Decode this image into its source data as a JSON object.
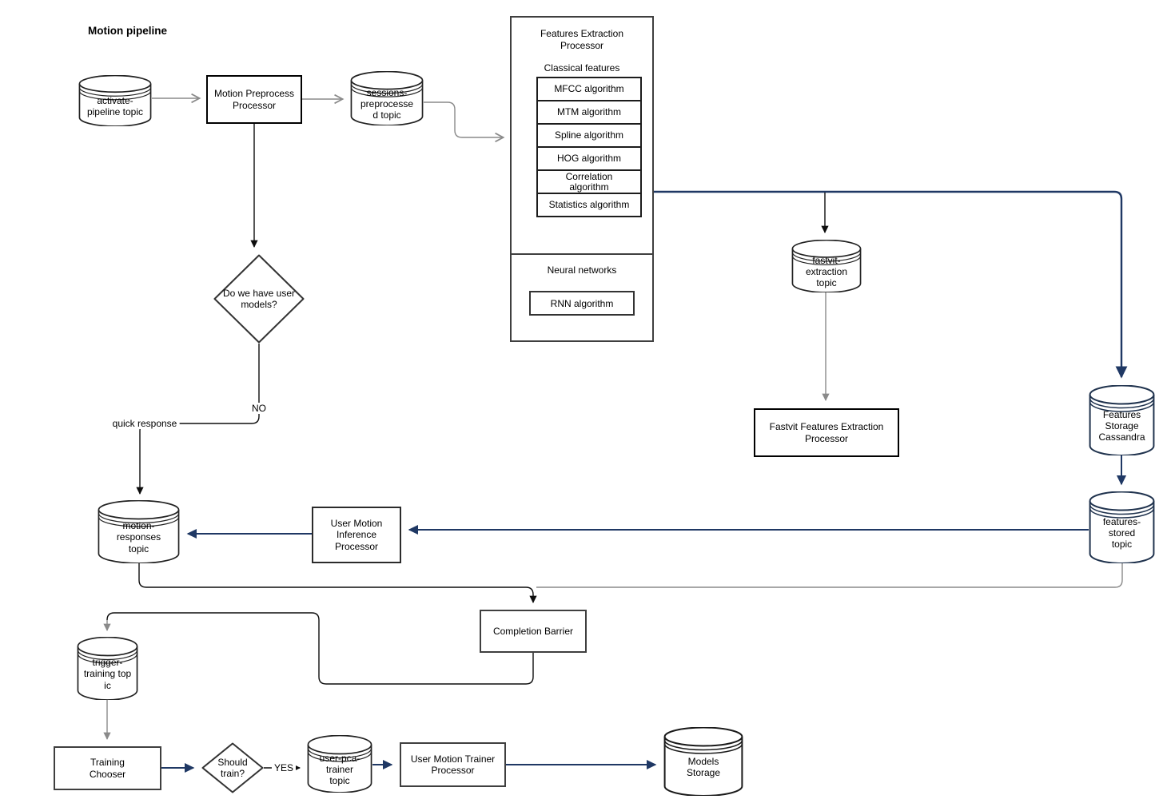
{
  "colors": {
    "navy": "#1f3864",
    "gray": "#8a8a8a",
    "black": "#0d0d0d"
  },
  "diagram": {
    "title": "Motion pipeline",
    "nodes": {
      "activate_pipeline_topic": "activate-\npipeline topic",
      "motion_preprocess": "Motion Preprocess\nProcessor",
      "sessions_preprocessed_topic": "sessions-\npreprocesse\nd topic",
      "user_models_decision": "Do we have user\nmodels?",
      "fastvit_extraction_topic": "fastvit-\nextraction\ntopic",
      "fastvit_processor": "Fastvit Features Extraction\nProcessor",
      "features_storage": "Features\nStorage\nCassandra",
      "features_stored_topic": "features-\nstored\ntopic",
      "inference_processor": "User Motion\nInference\nProcessor",
      "motion_responses_topic": "motion-\nresponses\ntopic",
      "completion_barrier": "Completion Barrier",
      "trigger_training_topic": "trigger-\ntraining top\nic",
      "training_chooser": "Training\nChooser",
      "should_train_decision": "Should\ntrain?",
      "user_pca_trainer_topic": "user-pca-\ntrainer\ntopic",
      "trainer_processor": "User Motion Trainer\nProcessor",
      "models_storage": "Models\nStorage"
    },
    "feature_extraction": {
      "title": "Features Extraction\nProcessor",
      "classical_section": "Classical features",
      "algorithms": [
        "MFCC algorithm",
        "MTM algorithm",
        "Spline algorithm",
        "HOG algorithm",
        "Correlation\nalgorithm",
        "Statistics algorithm"
      ],
      "neural_section": "Neural networks",
      "neural_algorithms": [
        "RNN algorithm"
      ]
    },
    "edge_labels": {
      "no": "NO",
      "yes": "YES",
      "quick_response": "quick response"
    }
  }
}
